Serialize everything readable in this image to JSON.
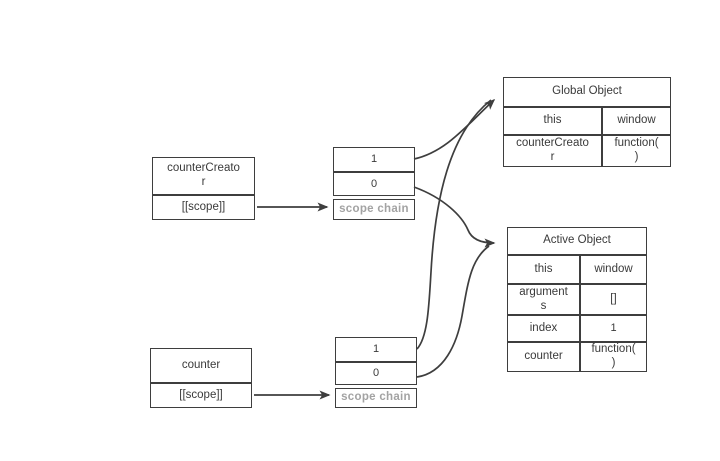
{
  "diagram": {
    "title_hint": "JavaScript closure scope-chain diagram",
    "colors": {
      "line": "#3e3e3e",
      "text": "#3a3a3a",
      "muted_text": "#a3a3a3",
      "background": "#ffffff"
    },
    "counter_creator_box": {
      "title": "counterCreato\nr",
      "scope_label": "[[scope]]"
    },
    "counter_box": {
      "title": "counter",
      "scope_label": "[[scope]]"
    },
    "scope_chain_top": {
      "items": [
        "1",
        "0"
      ],
      "label": "scope chain"
    },
    "scope_chain_bottom": {
      "items": [
        "1",
        "0"
      ],
      "label": "scope chain"
    },
    "global_object": {
      "title": "Global Object",
      "rows": [
        [
          "this",
          "window"
        ],
        [
          "counterCreato\nr",
          "function(\n)"
        ]
      ]
    },
    "active_object": {
      "title": "Active Object",
      "rows": [
        [
          "this",
          "window"
        ],
        [
          "argument\ns",
          "[]"
        ],
        [
          "index",
          "1"
        ],
        [
          "counter",
          "function(\n)"
        ]
      ]
    }
  }
}
